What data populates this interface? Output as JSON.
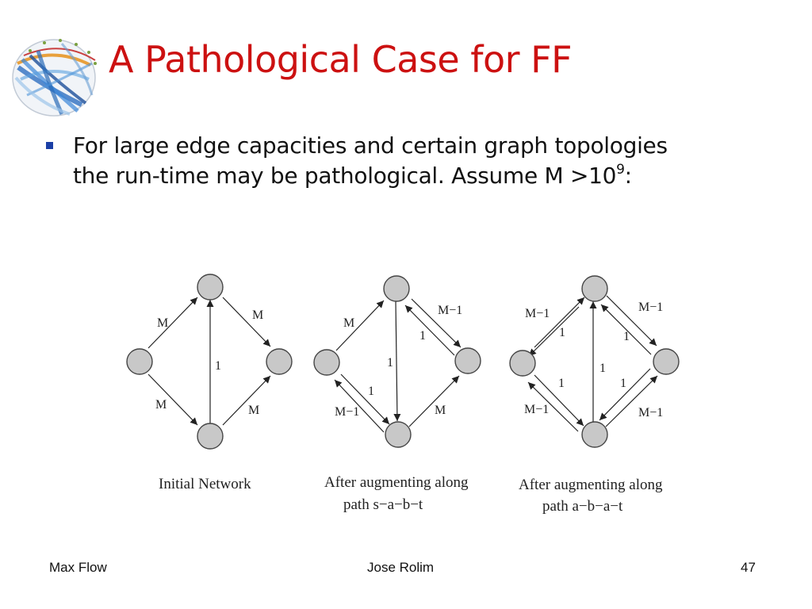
{
  "title": "A Pathological Case for FF",
  "bullet": {
    "line1": "For large edge capacities and certain graph topologies",
    "line2_main": "the run-time may be pathological. Assume M >10",
    "line2_sup": "9",
    "line2_end": ":"
  },
  "diagrams": [
    {
      "caption": [
        "Initial Network"
      ],
      "labels": [
        "M",
        "M",
        "1",
        "M",
        "M"
      ]
    },
    {
      "caption": [
        "After augmenting along",
        "path s−a−b−t"
      ],
      "labels": [
        "M",
        "M−1",
        "1",
        "1",
        "1",
        "M−1",
        "M"
      ]
    },
    {
      "caption": [
        "After augmenting along",
        "path a−b−a−t"
      ],
      "labels": [
        "M−1",
        "M−1",
        "1",
        "1",
        "1",
        "1",
        "1",
        "M−1",
        "M−1"
      ]
    }
  ],
  "footer": {
    "left": "Max Flow",
    "center": "Jose Rolim",
    "right": "47"
  }
}
